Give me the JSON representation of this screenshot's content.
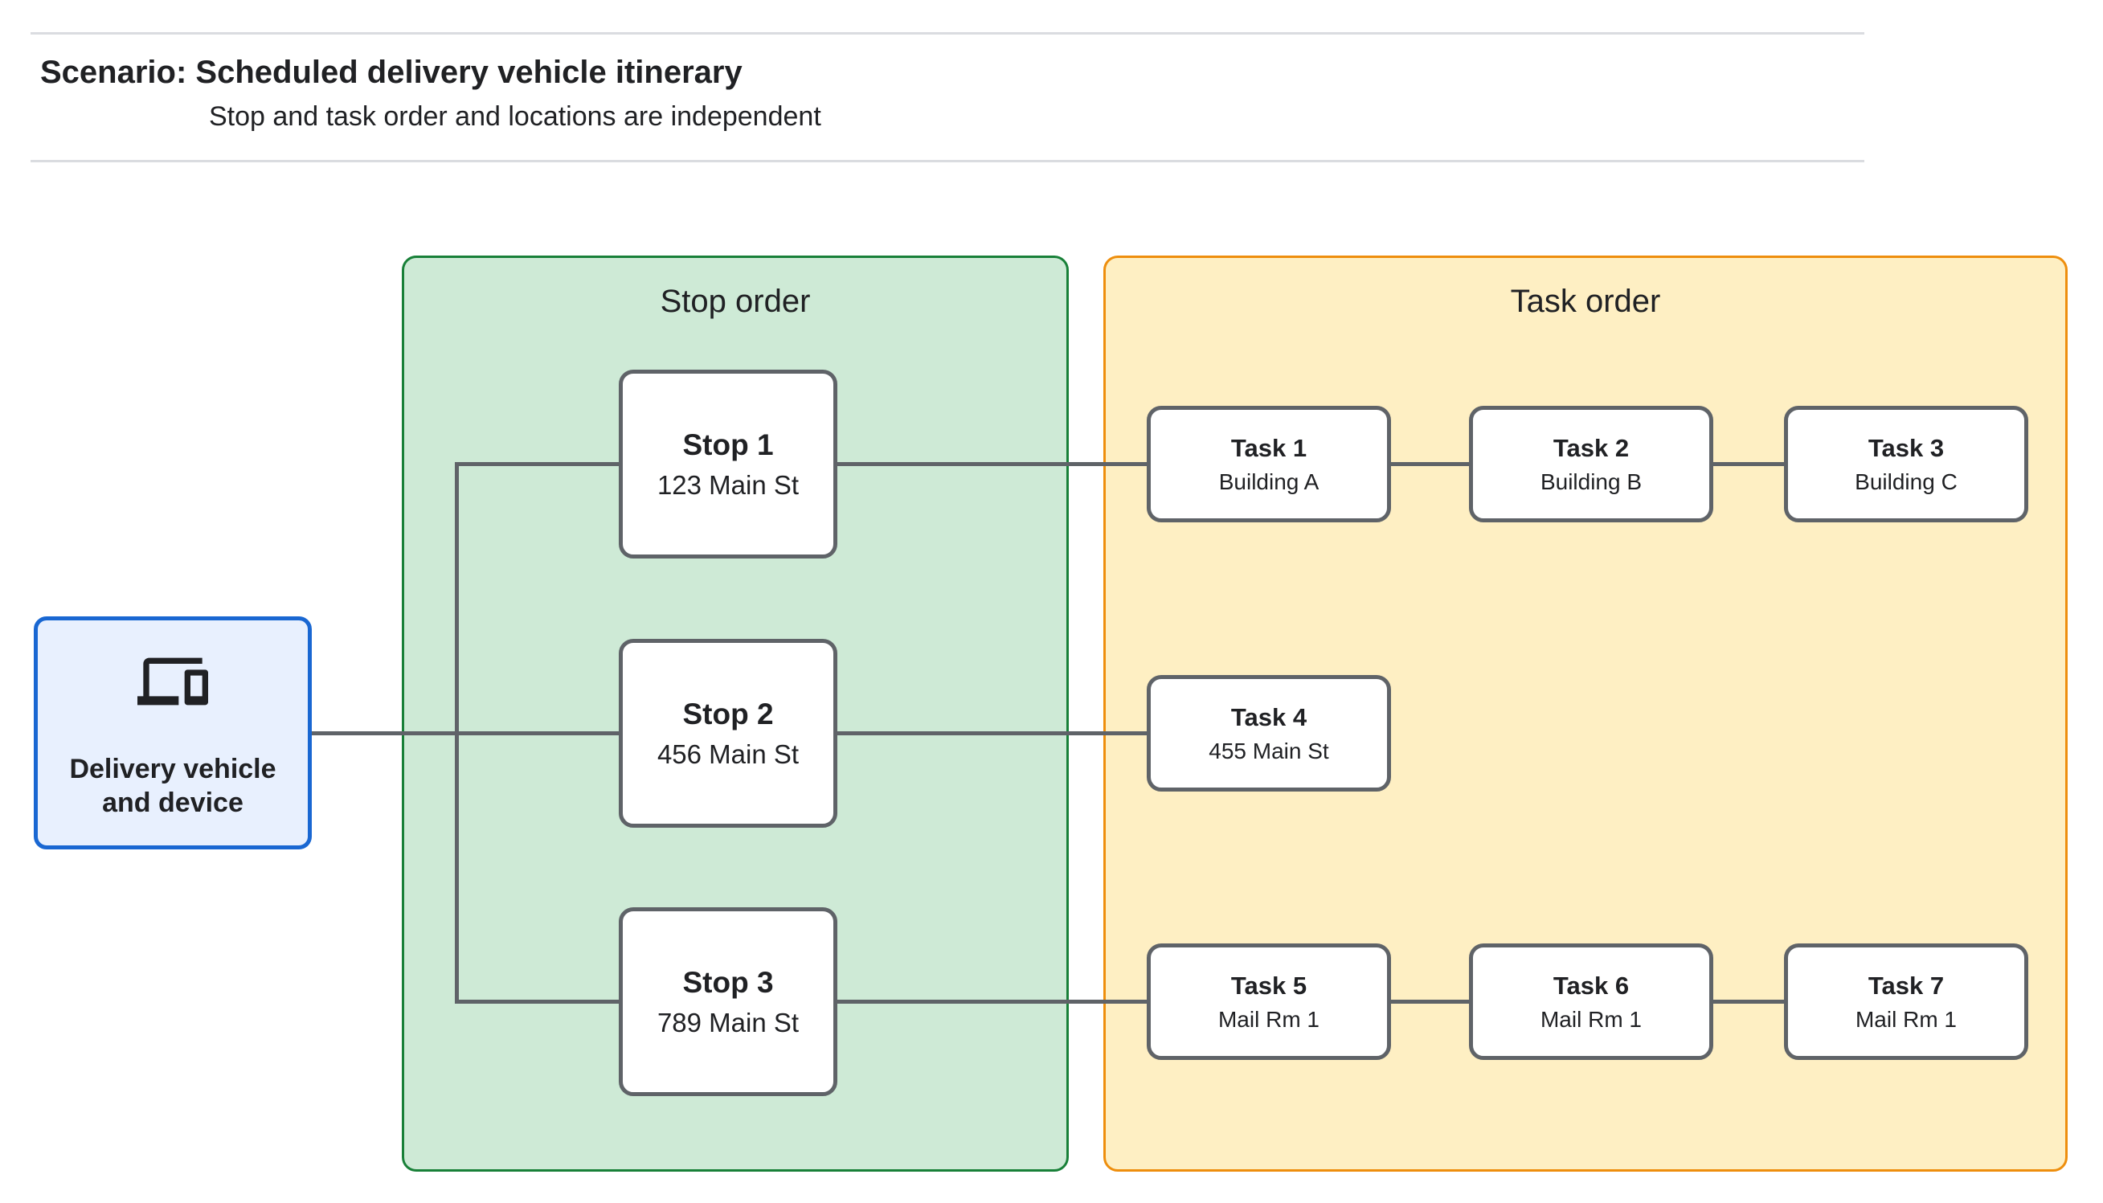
{
  "header": {
    "title": "Scenario: Scheduled delivery vehicle itinerary",
    "subtitle": "Stop and task order and locations are independent"
  },
  "source": {
    "label": "Delivery vehicle and device",
    "icon": "devices-icon"
  },
  "panels": {
    "stop_order": {
      "title": "Stop order"
    },
    "task_order": {
      "title": "Task order"
    }
  },
  "stops": [
    {
      "title": "Stop 1",
      "subtitle": "123 Main St"
    },
    {
      "title": "Stop 2",
      "subtitle": "456 Main St"
    },
    {
      "title": "Stop 3",
      "subtitle": "789 Main St"
    }
  ],
  "tasks": [
    {
      "title": "Task 1",
      "subtitle": "Building A"
    },
    {
      "title": "Task 2",
      "subtitle": "Building B"
    },
    {
      "title": "Task 3",
      "subtitle": "Building C"
    },
    {
      "title": "Task 4",
      "subtitle": "455 Main St"
    },
    {
      "title": "Task 5",
      "subtitle": "Mail Rm 1"
    },
    {
      "title": "Task 6",
      "subtitle": "Mail Rm 1"
    },
    {
      "title": "Task 7",
      "subtitle": "Mail Rm 1"
    }
  ],
  "colors": {
    "source_fill": "#E8F0FE",
    "source_border": "#1967D2",
    "stop_panel_fill": "#CEEAD6",
    "stop_panel_border": "#188038",
    "task_panel_fill": "#FEEFC3",
    "task_panel_border": "#EE8E0D",
    "node_border": "#5F6368",
    "connector": "#5F6368",
    "divider": "#DADCE0",
    "text": "#202124"
  }
}
